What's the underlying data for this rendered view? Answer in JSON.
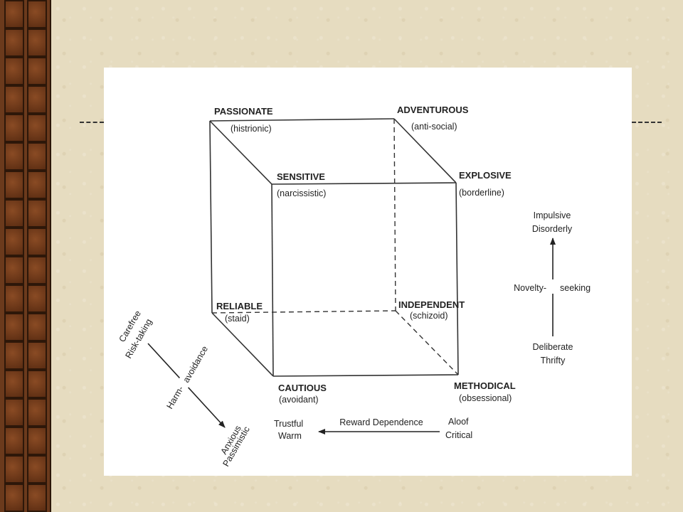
{
  "cube": {
    "passionate": {
      "title": "PASSIONATE",
      "sub": "(histrionic)"
    },
    "adventurous": {
      "title": "ADVENTUROUS",
      "sub": "(anti-social)"
    },
    "sensitive": {
      "title": "SENSITIVE",
      "sub": "(narcissistic)"
    },
    "explosive": {
      "title": "EXPLOSIVE",
      "sub": "(borderline)"
    },
    "reliable": {
      "title": "RELIABLE",
      "sub": "(staid)"
    },
    "independent": {
      "title": "INDEPENDENT",
      "sub": "(schizoid)"
    },
    "cautious": {
      "title": "CAUTIOUS",
      "sub": "(avoidant)"
    },
    "methodical": {
      "title": "METHODICAL",
      "sub": "(obsessional)"
    }
  },
  "novelty_axis": {
    "top_line1": "Impulsive",
    "top_line2": "Disorderly",
    "label_left": "Novelty-",
    "label_right": "seeking",
    "bottom_line1": "Deliberate",
    "bottom_line2": "Thrifty"
  },
  "harm_axis": {
    "start_line1": "Carefree",
    "start_line2": "Risk-taking",
    "label_left": "Harm-",
    "label_right": "avoidance",
    "end_line1": "Anxious",
    "end_line2": "Passimistic"
  },
  "reward_axis": {
    "left_line1": "Trustful",
    "left_line2": "Warm",
    "label": "Reward Dependence",
    "right_line1": "Aloof",
    "right_line2": "Critical"
  }
}
